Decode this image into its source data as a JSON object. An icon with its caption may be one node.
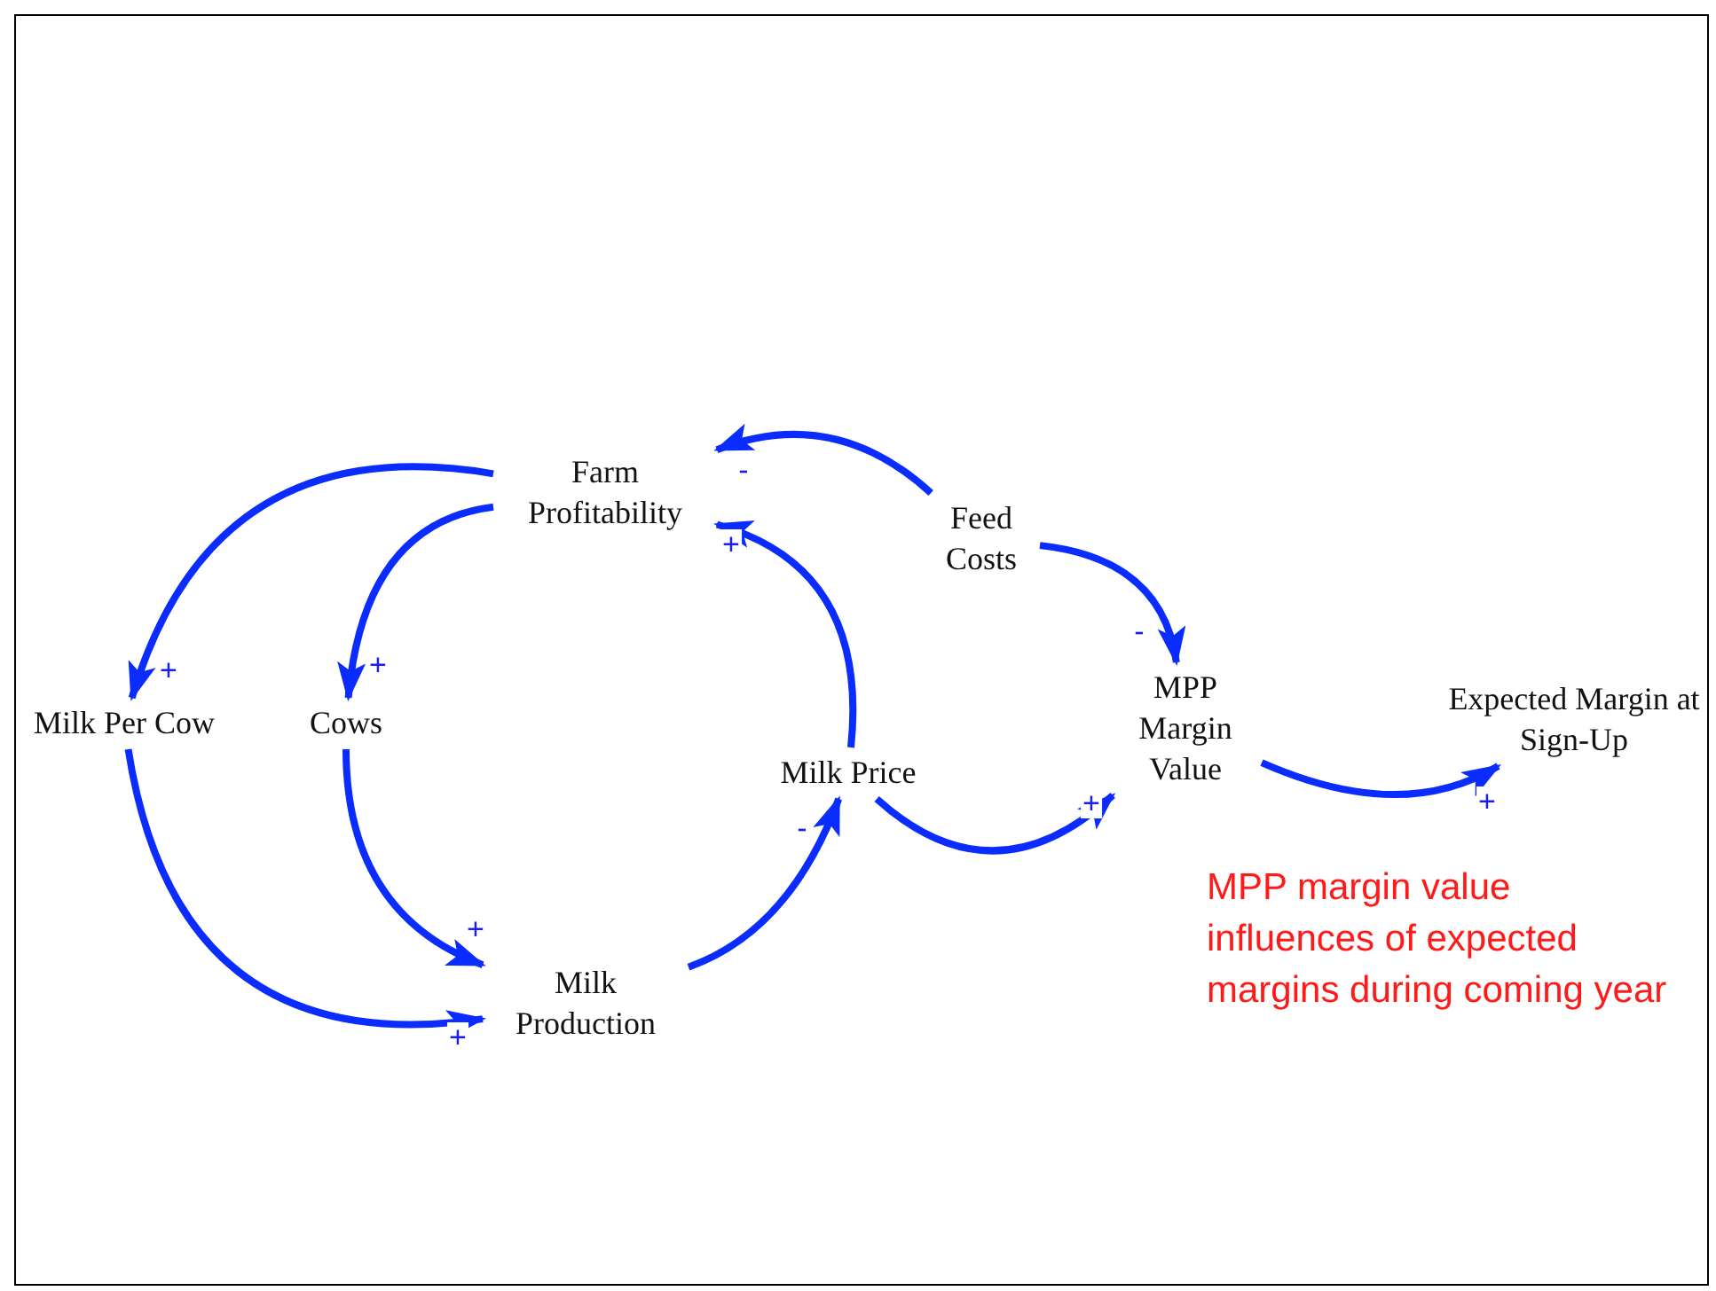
{
  "diagram": {
    "nodes": [
      {
        "text": [
          "Farm Profitability"
        ]
      },
      {
        "text": [
          "Feed Costs"
        ]
      },
      {
        "text": [
          "Milk Per Cow"
        ]
      },
      {
        "text": [
          "Cows"
        ]
      },
      {
        "text": [
          "Milk Price"
        ]
      },
      {
        "text": [
          "MPP Margin Value"
        ]
      },
      {
        "text": [
          "Expected Margin at Sign-Up"
        ]
      },
      {
        "text": [
          "Milk Production"
        ]
      }
    ],
    "edges": [
      {
        "from": 0,
        "to": 2,
        "arrow": "to",
        "label": "+"
      },
      {
        "from": 0,
        "to": 3,
        "arrow": "to",
        "label": "+"
      },
      {
        "from": 2,
        "to": 7,
        "arrow": "to",
        "label": "+"
      },
      {
        "from": 3,
        "to": 7,
        "arrow": "to",
        "label": "+"
      },
      {
        "from": 7,
        "to": 4,
        "arrow": "to",
        "label": "-"
      },
      {
        "from": 4,
        "to": 0,
        "arrow": "to",
        "label": "+"
      },
      {
        "from": 1,
        "to": 0,
        "arrow": "to",
        "label": "-"
      },
      {
        "from": 1,
        "to": 5,
        "arrow": "to",
        "label": "-"
      },
      {
        "from": 4,
        "to": 5,
        "arrow": "to",
        "label": "+"
      },
      {
        "from": 5,
        "to": 6,
        "arrow": "to",
        "label": "+"
      }
    ],
    "labels": [
      "MPP margin value influences of expected margins during coming year"
    ]
  }
}
